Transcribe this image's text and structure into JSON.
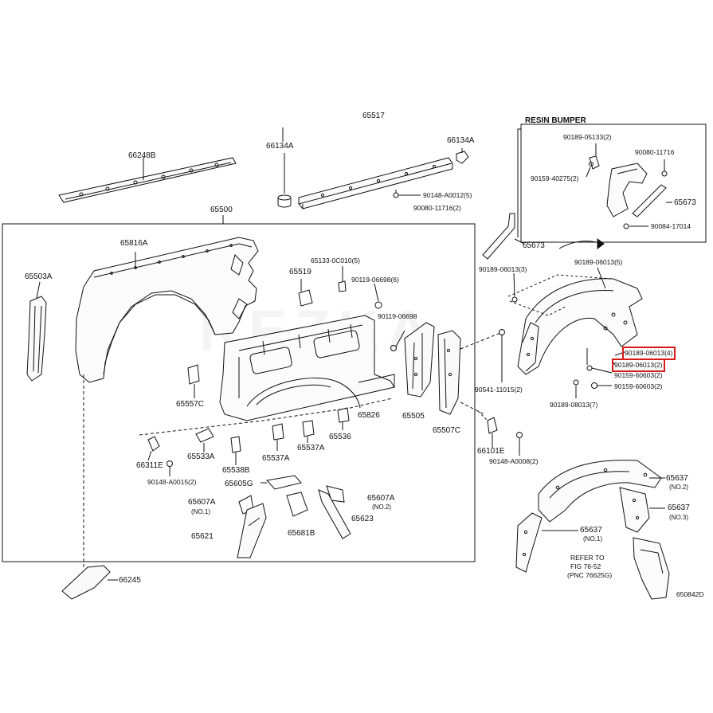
{
  "watermark": "REZKA",
  "figure_id": "650842D",
  "inset_title": "RESIN BUMPER",
  "refer_note": [
    "REFER TO",
    "FIG 76-52",
    "(PNC 76625G)"
  ],
  "parts": {
    "p66248B": "66248B",
    "p65517": "65517",
    "p66134A_l": "66134A",
    "p66134A_r": "66134A",
    "p90148A0012": "90148-A0012(5)",
    "p90080_11716_2": "90080-11716(2)",
    "p65500": "65500",
    "p65816A": "65816A",
    "p65503A": "65503A",
    "p65519": "65519",
    "p65133": "65133-0C010(5)",
    "p90119_6": "90119-06698(6)",
    "p90119": "90119-06698",
    "p65557C": "65557C",
    "p65826": "65826",
    "p65505": "65505",
    "p65507C": "65507C",
    "p66311E": "66311E",
    "p65533A": "65533A",
    "p65538B": "65538B",
    "p65537A_1": "65537A",
    "p65537A_2": "65537A",
    "p65536": "65536",
    "p90148A0015": "90148-A0015(2)",
    "p65605G": "65605G",
    "p65607A_1": "65607A",
    "p65607A_1n": "(NO.1)",
    "p65607A_2": "65607A",
    "p65607A_2n": "(NO.2)",
    "p65621": "65621",
    "p65681B": "65681B",
    "p65623": "65623",
    "p66245": "66245",
    "p66101E": "66101E",
    "p90148A0008": "90148-A0008(2)",
    "p90541": "90541-11015(2)",
    "p65673_main": "65673",
    "p90189_06013_3": "90189-06013(3)",
    "p90189_06013_5": "90189-06013(5)",
    "p90189_06013_4": "90189-06013(4)",
    "p90189_06013_2": "90189-06013(2)",
    "p90159_60603_a": "90159-60603(2)",
    "p90159_60603_b": "90159-60603(2)",
    "p90189_08013": "90189-08013(7)",
    "p65637_2": "65637",
    "p65637_2n": "(NO.2)",
    "p65637_3": "65637",
    "p65637_3n": "(NO.3)",
    "p65637_1": "65637",
    "p65637_1n": "(NO.1)",
    "rb_90189_05133": "90189-05133(2)",
    "rb_90080_11716": "90080-11716",
    "rb_90159_40275": "90159-40275(2)",
    "rb_65673": "65673",
    "rb_90084": "90084-17014"
  },
  "highlighted_parts": [
    "90189-06013(4)",
    "90189-06013(2)"
  ],
  "colors": {
    "line": "#111111",
    "highlight": "#d61a1a",
    "background": "#ffffff"
  }
}
